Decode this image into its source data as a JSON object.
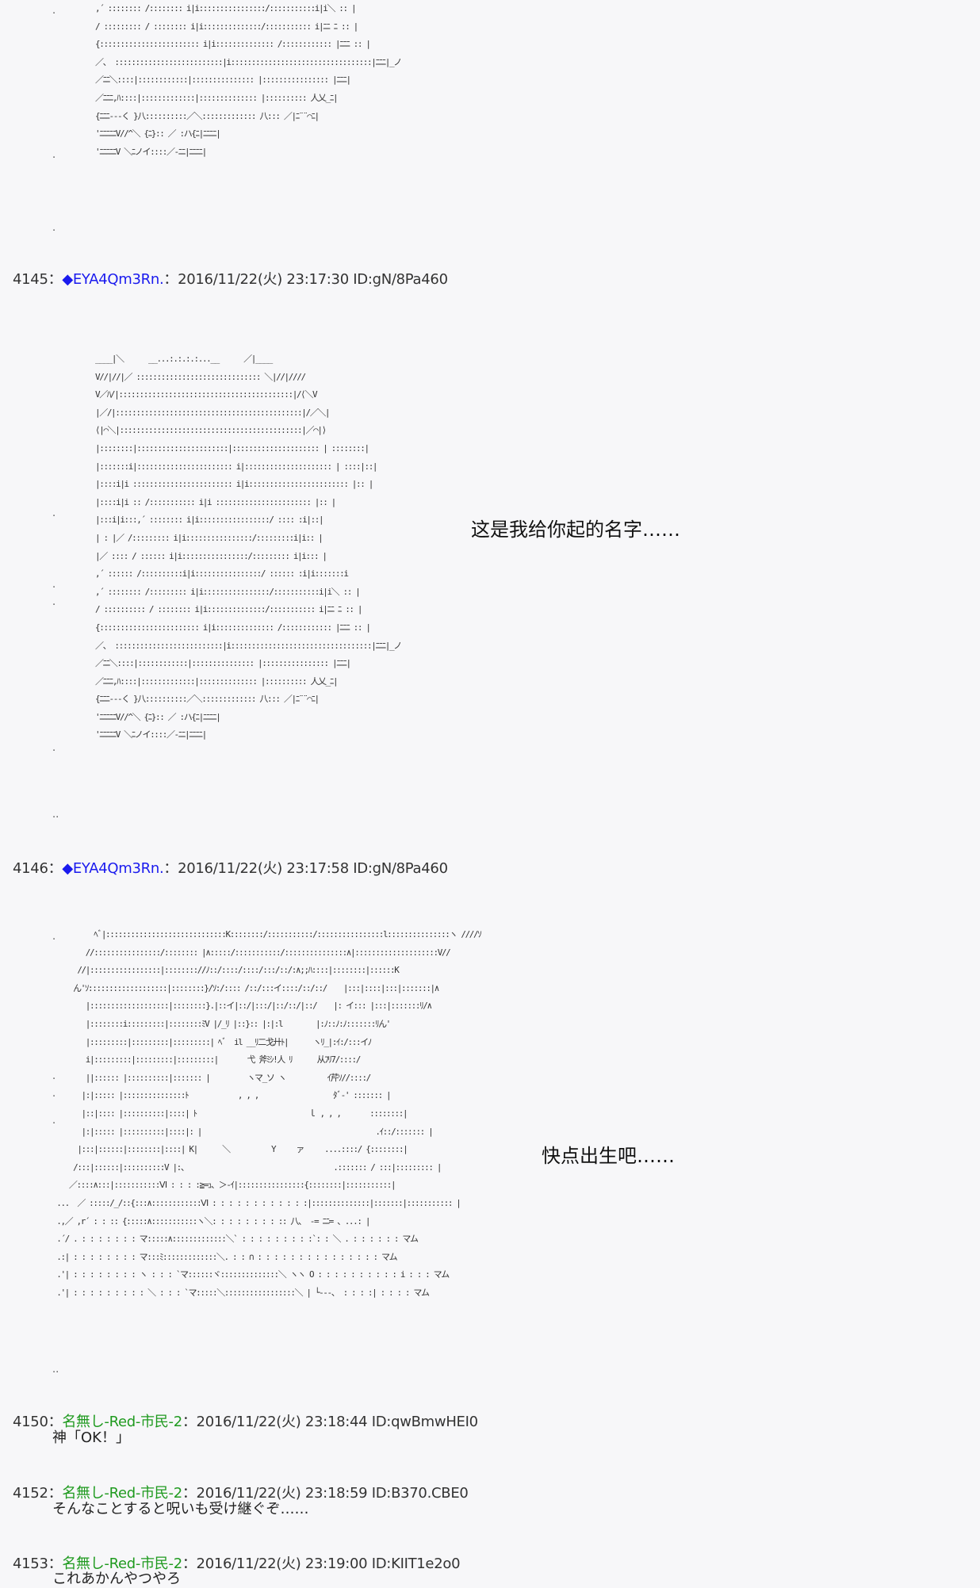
{
  "aa_blocks": {
    "aa1": ",´ :::::::: /:::::::: i|i::::::::::::::::/:::::::::::i|i＼ :: |\n/ ::::::::: / :::::::: i|i::::::::::::::/::::::::::: i|ﾆﾆ ﾆ :: |\n{:::::::::::::::::::::::: i|i:::::::::::::: /:::::::::::: |ﾆﾆﾆ :: |\n／、 ::::::::::::::::::::::::::|i::::::::::::::::::::::::::::::::::|ﾆﾆﾆ|_ノ\n／ﾆﾆ＼::::|::::::::::::|::::::::::::::: |:::::::::::::::: |ﾆﾆﾆ|\n／ﾆﾆﾆ,ﾊ::::|:::::::::::::|:::::::::::::: |:::::::::: 人乂_ﾆ|\n{ﾆﾆﾆ---く }八::::::::::／＼::::::::::::: 八::: ／|ﾆ¨¨⌒ﾆ|\n'ﾆﾆﾆﾆﾆV//^＼ {ﾆ}:: ／ :ハ{ﾆ|ﾆﾆﾆﾆ|\n'ﾆﾆﾆﾆﾆV ＼ﾆノイ::::／-ﾆﾆ|ﾆﾆﾆﾆ|",
    "aa2": "____|＼      __...:.:.:.:...__      ／|____\nV//|//|／ :::::::::::::::::::::::::::::: ＼|//|////\nV／ﾊ/|::::::::::::::::::::::::::::::::::::::::::|/⟨＼V\n|／/|:::::::::::::::::::::::::::::::::::::::::::::|/／＼|\n⟨|⌒＼|::::::::::::::::::::::::::::::::::::::::::::|／⌒|⟩\n|::::::::|::::::::::::::::::::::|::::::::::::::::::::: | ::::::::|\n|:::::::i|::::::::::::::::::::::: i|::::::::::::::::::::: | ::::|::|\n|::::i|i :::::::::::::::::::::::: i|i:::::::::::::::::::::::: |:: |\n|::::i|i :: /::::::::::: i|i ::::::::::::::::::::::: |:: |\n|:::i|i:::,´ :::::::: i|i:::::::::::::::::/ :::: :i|::|\n| : |／ /::::::::: i|i::::::::::::::::/:::::::::i|i:: |\n|／ :::: / :::::: i|i::::::::::::::::/::::::::: i|i::: |\n,´ :::::: /::::::::::i|i::::::::::::::::/ :::::: :i|i:::::::i\n,´ :::::::: /::::::::: i|i::::::::::::::::/:::::::::::i|i＼ :: |\n/ :::::::::: / :::::::: i|i::::::::::::::/::::::::::: i|ﾆﾆ ﾆ :: |\n{:::::::::::::::::::::::: i|i:::::::::::::: /:::::::::::: |ﾆﾆﾆ :: |\n／、 ::::::::::::::::::::::::::|i::::::::::::::::::::::::::::::::::|ﾆﾆﾆ|_ノ\n／ﾆﾆ＼::::|::::::::::::|::::::::::::::: |:::::::::::::::: |ﾆﾆﾆ|\n／ﾆﾆﾆ,ﾊ::::|:::::::::::::|:::::::::::::: |:::::::::: 人乂_ﾆ|\n{ﾆﾆﾆ---く }八::::::::::／＼::::::::::::: 八::: ／|ﾆ¨¨⌒ﾆ|\n'ﾆﾆﾆﾆﾆV//^＼ {ﾆ}:: ／ :ハ{ﾆ|ﾆﾆﾆﾆ|\n'ﾆﾆﾆﾆﾆV ＼ﾆノイ::::／-ﾆﾆ|ﾆﾆﾆﾆ|",
    "aa3": "          ﾍﾞ|:::::::::::::::::::::::::::::K::::::::/:::::::::::/::::::::::::::::l:::::::::::::::ヽ ////ｿ\n        //::::::::::::::::/:::::::: |∧:::::/:::::::::::/:::::::::::::::∧|::::::::::::::::::::V//\n      //|:::::::::::::::::|:::::::://ﾉ::/::::/::::/:::/::/:∧;;ﾊ::::|::::::::|::::::K\n     ん'ｿ:::::::::::::::::::|::::::::}/ｿ:/:::: /::/:::イ::::/::/::/    |:::|::::|:::|:::::::|∧\n        |:::::::::::::::::::|::::::::}.|::イ|::/|:::/|::/::/|::/    |: イ::: |:::|:::::::ﾘ/∧\n        |::::::::i:::::::::|::::::::ﾐV |/_ﾘ |::}:: |:|:l        |:ﾉ::ﾉ:ﾉ:::::::ﾘん'\n        |:::::::::|:::::::::|:::::::::| ﾍﾞ  il __ﾘ二戈廾ﾄ|      ヽﾘ_|:ｲ:/:::イﾉ\n        i|:::::::::|:::::::::|:::::::::|       弋 斧ﾐｼ!人 ﾘ      从ﾌﾘ7/::::/\n        ||:::::: |::::::::::|::::::: |         ヽマ_ソ ヽ          ｲ芹ｿ//::::/\n       |:|::::: |:::::::::::::::ﾄ            , , ,                  ﾀﾞ-' ::::::: |\n       |::|:::: |::::::::::|::::| ﾄ                           ｌ , , ,       ::::::::|\n       |:|::::: |::::::::::|::::|: |                                          .ｲ::/::::::: |\n      |:::|::::::|::::::::|::::| K|      ＼          Y     ァ     ....::::/ {::::::::|\n     /:::|::::::|::::::::::V |:、                                   .::::::: / :::|::::::::: |\n    ／::::∧:::|:::::::::::Ⅵ : : : :≧=ｭ、＞-ｲ|::::::::::::::::{::::::::|:::::::::::|\n ...  ／ :::::/_/::{:::∧::::::::::::Ⅵ : : : : : : : : : : : :|::::::::::::::|:::::::|::::::::::: |\n .,／ ,r´ : : :: {:::::∧:::::::::::ヽ＼: : : : : : : : :: 八、 -= ﾆﾆ= 、...: |\n .´/ . : : : : : : : マ:::::∧:::::::::::::＼` : : : : : : : : :`: : ＼ . : : : : : : マム\n .:| : : : : : : : : マ:::ﾐ:::::::::::::＼. : : ∩ : : : : : : : : : : : : : : : マム\n .'| : : : : : : : : ヽ : : : `マ::::::ヾ::::::::::::::＼ ヽヽ O : : : : : : : : : : i : : : マム\n .'| : : : : : : : : : ＼ : : : `マ:::::＼:::::::::::::::::＼ | └---、 : : : :| : : : : マム"
  },
  "dots": {
    "d1": ".",
    "d2": "..",
    "d3": "..",
    "d4": "..",
    "s1": ".",
    "s2": ".",
    "s3": ".",
    "s4": ".",
    "s5": ".",
    "s6": ".",
    "s7": ".",
    "s8": ".",
    "s9": ".",
    "s10": "."
  },
  "posts": [
    {
      "num": "4145",
      "sep": "：",
      "name": "◆EYA4Qm3Rn.",
      "meta": "：2016/11/22(火) 23:17:30 ID:gN/8Pa460",
      "speech": "这是我给你起的名字……"
    },
    {
      "num": "4146",
      "sep": "：",
      "name": "◆EYA4Qm3Rn.",
      "meta": "：2016/11/22(火) 23:17:58 ID:gN/8Pa460",
      "speech": "快点出生吧……"
    },
    {
      "num": "4150",
      "sep": "：",
      "name": "名無し-Red-市民-2",
      "meta": "：2016/11/22(火) 23:18:44 ID:qwBmwHEI0",
      "body": "神「OK！」"
    },
    {
      "num": "4152",
      "sep": "：",
      "name": "名無し-Red-市民-2",
      "meta": "：2016/11/22(火) 23:18:59 ID:B370.CBE0",
      "body": "そんなことすると呪いも受け継ぐぞ……"
    },
    {
      "num": "4153",
      "sep": "：",
      "name": "名無し-Red-市民-2",
      "meta": "：2016/11/22(火) 23:19:00 ID:KIIT1e2o0",
      "body": "これあかんやつやろ"
    }
  ]
}
